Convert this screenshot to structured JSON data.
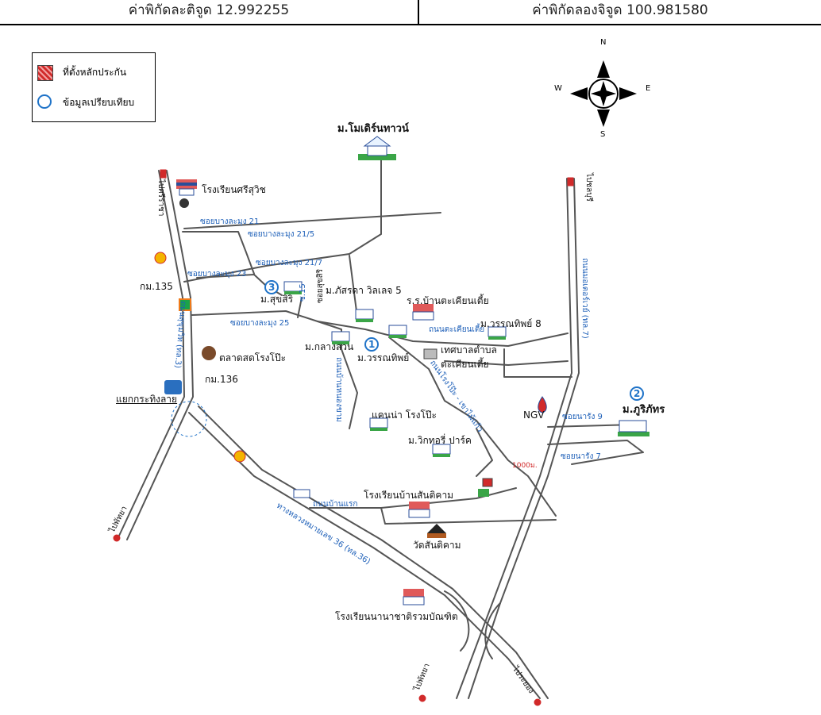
{
  "header": {
    "latitude": "ค่าพิกัดละติจูด 12.992255",
    "longitude": "ค่าพิกัดลองจิจูด 100.981580"
  },
  "legend": {
    "collateral": "ที่ตั้งหลักประกัน",
    "comparison": "ข้อมูลเปรียบเทียบ"
  },
  "compass": {
    "n": "N",
    "s": "S",
    "e": "E",
    "w": "W"
  },
  "colors": {
    "road_label": "#1d5fb8",
    "marker": "#1f73c8",
    "arrow": "#d12a2a",
    "house_green": "#3aa547"
  },
  "places": {
    "moderntown": "ม.โมเดิร์นทาวน์",
    "srisuwit_school": "โรงเรียนศรีสุวิช",
    "km135": "กม.135",
    "km136": "กม.136",
    "suksiri": "ม.สุขสิริ",
    "phatsada": "ม.ภัสรดา วิลเลจ 5",
    "takhian_school": "ร.ร.บ้านตะเคียนเตี้ย",
    "wanthip8": "ม.วรรณทิพย์ 8",
    "klangsuan": "ม.กลางสวน",
    "wanthip": "ม.วรรณทิพย์",
    "municipality_1": "เทศบาลตำบล",
    "municipality_2": "ตะเคียนเตี้ย",
    "market": "ตลาดสดโรงโป๊ะ",
    "kratinglai": "แยกกระทิงลาย",
    "canna": "แคนน่า โรงโป๊ะ",
    "victory": "ม.วิกทอรี่ ปาร์ค",
    "ngv": "NGV",
    "poriphat": "ม.ภูริภัทร",
    "santikham_school": "โรงเรียนบ้านสันติคาม",
    "wat_santikham": "วัดสันติคาม",
    "intl_school": "โรงเรียนนานาชาติรวมบัณฑิต",
    "dist_1000": "1000ม."
  },
  "markers": {
    "m1": "1",
    "m2": "2",
    "m3": "3"
  },
  "roads": {
    "bang_lamung_21": "ซอยบางละมุง 21",
    "bang_lamung_21_5": "ซอยบางละมุง 21/5",
    "bang_lamung_21_7": "ซอยบางละมุง 21/7",
    "bang_lamung_23": "ซอยบางละมุง 23",
    "bang_lamung_25": "ซอยบางละมุง 25",
    "takhian_road": "ถนนตะเคียนเตี้ย",
    "rongpho_road": "ถนนโรงโป๊ะ - เขาไม้แก้ว",
    "sukhumvit": "ถนนสุขุมวิท (ทล.3)",
    "motorway": "ถนนมอเตอร์เวย์ (ทล.7)",
    "highway36": "ทางหลวงหมายเลข 36 (ทล.36)",
    "ban_nong_kham": "ถนนบ้านหนองขาม",
    "ban_krok": "ถนนบ้านแรก",
    "soi_narang_9": "ซอยนารัง 9",
    "soi_narang_7": "ซอยนารัง 7",
    "soi_15": "ซ.15",
    "soi_suksiri": "ซอยสุขสิริ",
    "to_sriracha": "ไปศรีราชา",
    "to_chonburi": "ไปชลบุรี",
    "to_pattaya_1": "ไปพัทยา",
    "to_pattaya_2": "ไปพัทยา",
    "to_rayong": "ไประยอง"
  }
}
